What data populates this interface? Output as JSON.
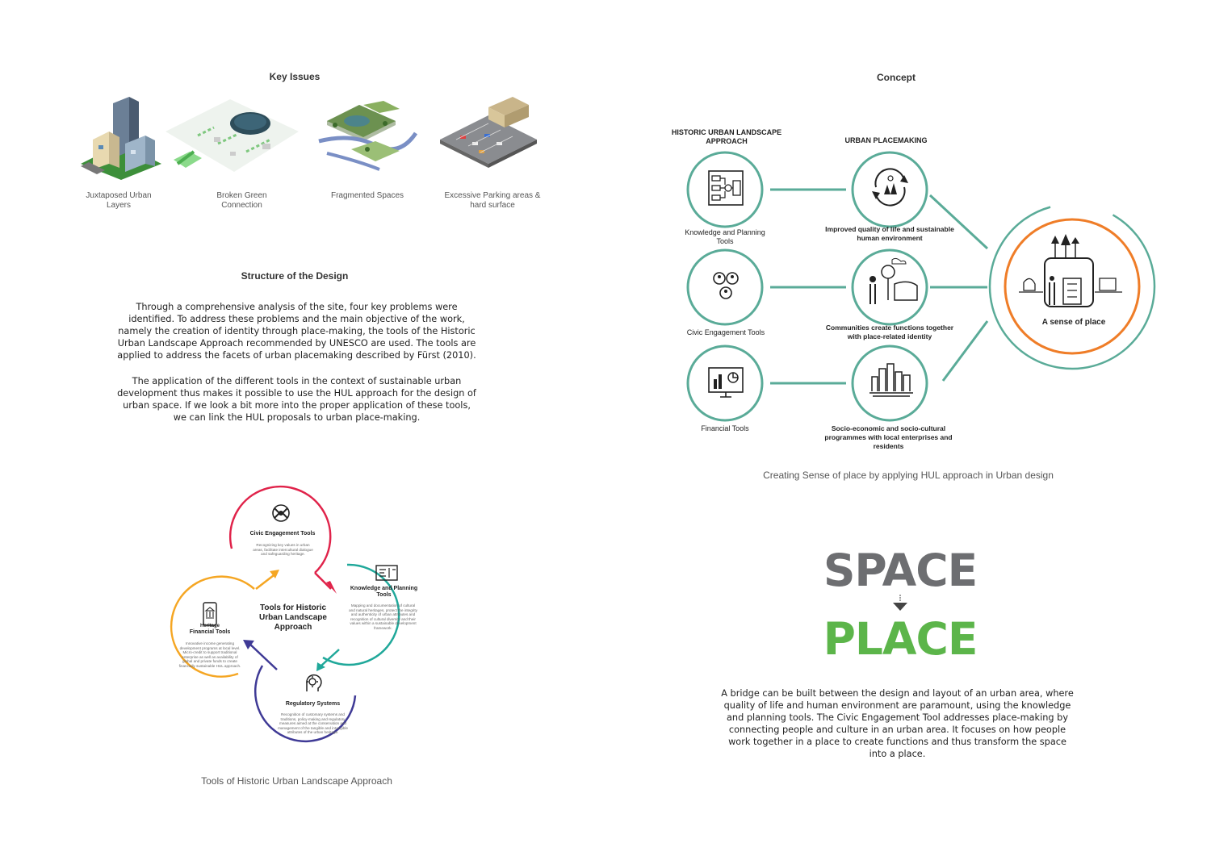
{
  "key_issues": {
    "title": "Key Issues",
    "items": [
      {
        "label": "Juxtaposed Urban Layers"
      },
      {
        "label": "Broken Green Connection"
      },
      {
        "label": "Fragmented Spaces"
      },
      {
        "label": "Excessive Parking areas & hard surface"
      }
    ]
  },
  "structure": {
    "title": "Structure of the Design",
    "paragraph1": "Through a comprehensive analysis of the site, four key problems were identified. To address these problems and the main objective of the work, namely the creation of identity through place-making, the tools of the Historic Urban Landscape Approach recommended by UNESCO are used. The tools are applied to address the facets of urban placemaking described by Fürst (2010).",
    "paragraph2": "The application of the different tools in the context of sustainable urban development thus makes it possible to use the HUL approach for the design of urban space. If we look a bit more into the proper application of these tools, we can link the HUL proposals to urban place-making."
  },
  "tools_diagram": {
    "center": "Tools for Historic Urban Landscape Approach",
    "caption": "Tools of Historic Urban Landscape Approach",
    "petals": [
      {
        "title": "Civic Engagement Tools",
        "text": "Recognizing key values in urban areas, facilitate intercultural dialogue and safeguarding heritage.",
        "color": "#e0234a"
      },
      {
        "title": "Knowledge and Planning Tools",
        "text": "Mapping and documentation of cultural and natural heritages, protect the integrity and authenticity of urban attributes and recognition of cultural diversity and their values within a sustainable development framework.",
        "color": "#20a89a"
      },
      {
        "title": "Regulatory Systems",
        "text": "Recognition of customary systems and traditions, policy-making and regulatory measures aimed at the conservation and management of the tangible and intangible attributes of the urban heritage.",
        "color": "#3f3a96"
      },
      {
        "title": "Financial Tools",
        "sub": "Heritage",
        "text": "Innovative income generating development programs at local level. Micro-credit to support traditional enterprise as well as availability of global and private funds to create financially sustainable HUL approach.",
        "color": "#f5a623"
      }
    ]
  },
  "concept": {
    "title": "Concept",
    "hul_heading": "HISTORIC URBAN LANDSCAPE APPROACH",
    "placemaking_heading": "URBAN PLACEMAKING",
    "left": [
      {
        "label": "Knowledge and Planning Tools"
      },
      {
        "label": "Civic Engagement Tools"
      },
      {
        "label": "Financial Tools"
      }
    ],
    "right": [
      {
        "label": "Improved quality of life and sustainable human environment"
      },
      {
        "label": "Communities create functions together with place-related identity"
      },
      {
        "label": "Socio-economic and socio-cultural programmes with local enterprises and residents"
      }
    ],
    "target": "A sense of place",
    "caption": "Creating Sense of place by applying HUL approach in Urban design",
    "colors": {
      "teal": "#5aab98",
      "orange": "#ef7d28"
    }
  },
  "space_place": {
    "space": "SPACE",
    "place": "PLACE",
    "space_color": "#6d6e71",
    "place_color": "#5cb54a",
    "paragraph": "A bridge can be built between the design and layout of an urban area, where quality of life and human environment are paramount, using the knowledge and planning tools. The Civic Engagement Tool addresses place-making by connecting people and culture in an urban area. It focuses on how people work together in a place to create functions and thus transform the space into a place."
  }
}
